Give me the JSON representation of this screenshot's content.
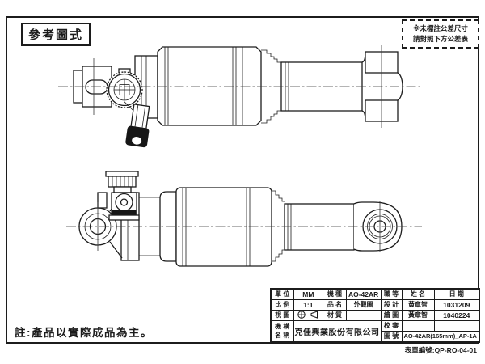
{
  "header": {
    "reference_label": "參考圖式",
    "tolerance_note_line1": "※未標註公差尺寸",
    "tolerance_note_line2": "請對照下方公差表"
  },
  "note": "註:產品以實際成品為主。",
  "footer": {
    "form_number": "表單編號:QP-RO-04-01"
  },
  "title_block": {
    "unit_label": "單 位",
    "unit_value": "MM",
    "model_label": "機 種",
    "model_value": "AO-42AR",
    "grade_label": "職 等",
    "name_label": "姓  名",
    "date_label": "日  期",
    "scale_label": "比 例",
    "scale_value": "1:1",
    "item_label": "品 名",
    "item_value": "外觀圖",
    "design_label": "設 計",
    "design_name": "黃章智",
    "design_date": "1031209",
    "view_label": "視 圖",
    "material_label": "材 質",
    "material_value": "",
    "draw_label": "繪 圖",
    "draw_name": "黃章智",
    "draw_date": "1040224",
    "org_label_line1": "機 構",
    "org_label_line2": "名 稱",
    "org_value": "克佳興業股份有限公司",
    "review_label": "校 審",
    "review_name": "",
    "review_date": "",
    "dwgno_label": "圖 號",
    "dwgno_value": "AO-42AR(165mm)_AP-1A"
  }
}
